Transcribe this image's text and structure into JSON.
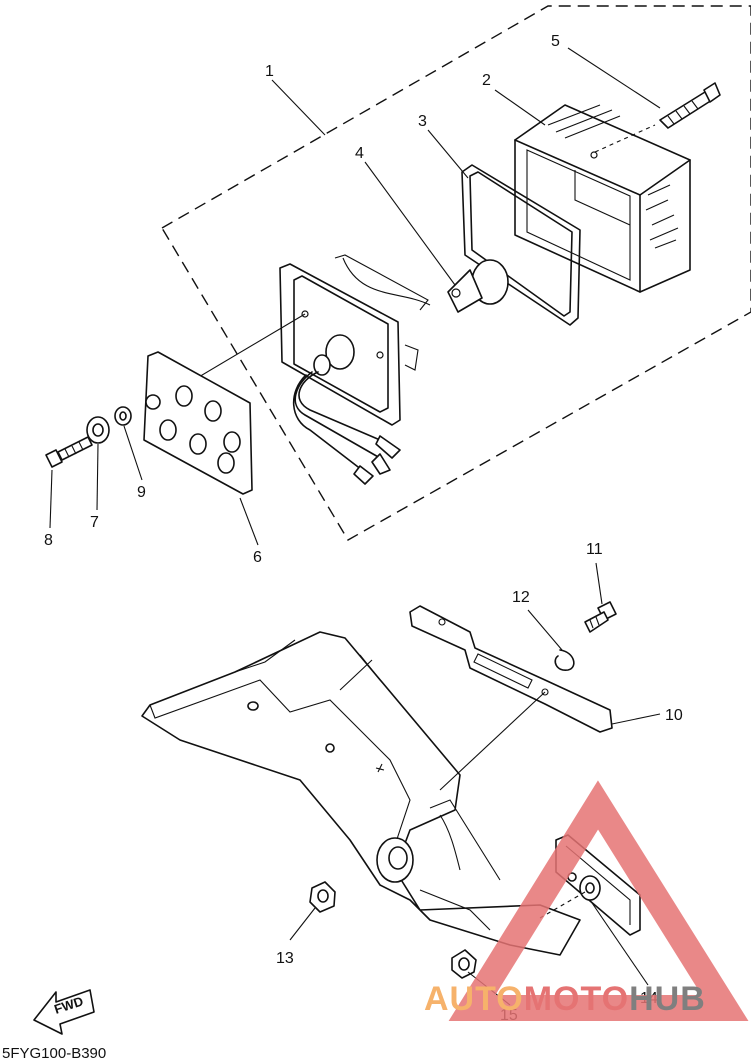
{
  "diagram": {
    "part_labels": [
      "1",
      "2",
      "3",
      "4",
      "5",
      "6",
      "7",
      "8",
      "9",
      "10",
      "11",
      "12",
      "13",
      "14",
      "15"
    ],
    "diagram_code": "5FYG100-B390",
    "direction_label": "FWD"
  },
  "watermark": {
    "text_part1": "AUTO",
    "text_part2": "MOTO",
    "text_part3": "HUB",
    "color_orange": "#f6b26b",
    "color_red": "#e57373",
    "color_gray": "#7f7f7f"
  }
}
